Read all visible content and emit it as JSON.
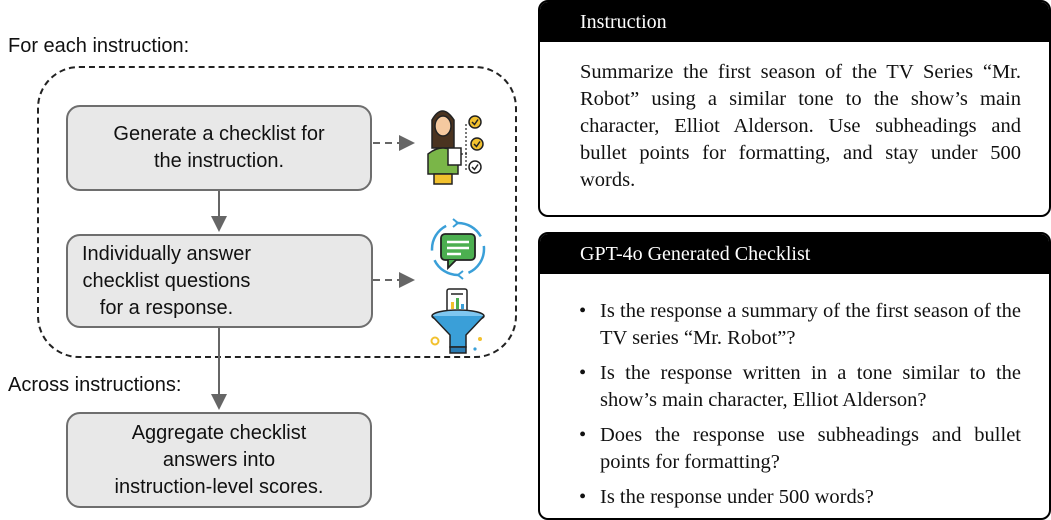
{
  "left": {
    "for_each_label": "For each instruction:",
    "across_label": "Across instructions:",
    "steps": [
      "Generate a checklist for\nthe instruction.",
      "Individually answer\nchecklist questions\nfor a response.",
      "Aggregate checklist\nanswers into\ninstruction-level scores."
    ]
  },
  "icons": [
    "person-checklist-icon",
    "checklist-document-icon",
    "chat-bubble-icon",
    "funnel-icon"
  ],
  "colors": {
    "box_fill": "#e8e8e8",
    "box_border": "#6e6e6e",
    "header_bg": "#000000",
    "icon_green": "#4caf50",
    "icon_blue": "#3a9fd8",
    "icon_yellow": "#f2c12e",
    "icon_red": "#d84a4a"
  },
  "instruction_card": {
    "title": "Instruction",
    "text": "Summarize the first season of the TV Series “Mr. Robot” using a similar tone to the show’s main character, Elliot Alderson. Use subheadings and bullet points for formatting, and stay under 500 words."
  },
  "checklist_card": {
    "title": "GPT-4o Generated Checklist",
    "items": [
      "Is the response a summary of the first season of the TV series “Mr. Robot”?",
      "Is the response written in a tone similar to the show’s main character, Elliot Alderson?",
      "Does the response use subheadings and bullet points for formatting?",
      "Is the response under 500 words?"
    ]
  }
}
